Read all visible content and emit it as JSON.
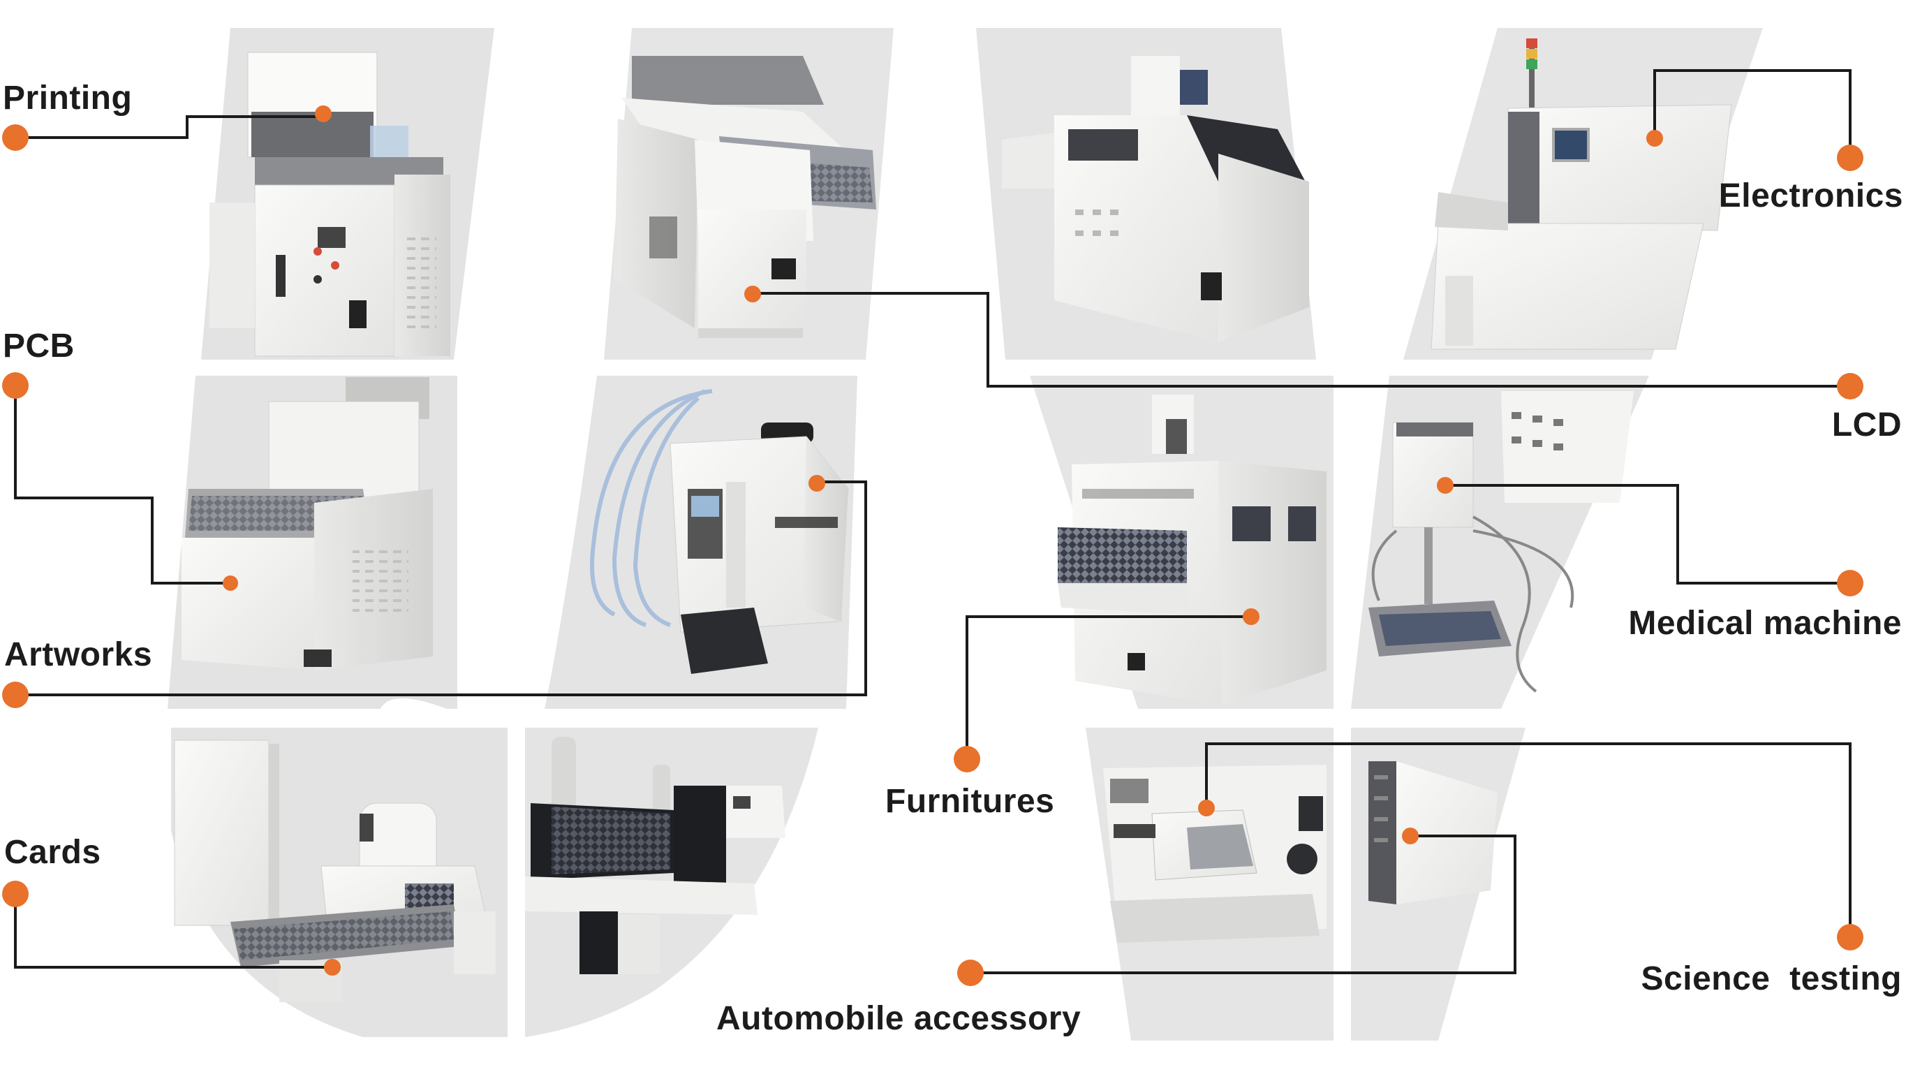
{
  "labels": {
    "printing": "Printing",
    "pcb": "PCB",
    "artworks": "Artworks",
    "cards": "Cards",
    "furnitures": "Furnitures",
    "automobile": "Automobile accessory",
    "electronics": "Electronics",
    "lcd": "LCD",
    "medical": "Medical machine",
    "science": "Science  testing"
  },
  "colors": {
    "accent": "#E8712B",
    "line": "#1a1a1a",
    "panel": "#E2E2E3",
    "machine": "#F3F3F1"
  },
  "icons": [
    "dot-marker",
    "connector-line",
    "machine-illustration"
  ]
}
